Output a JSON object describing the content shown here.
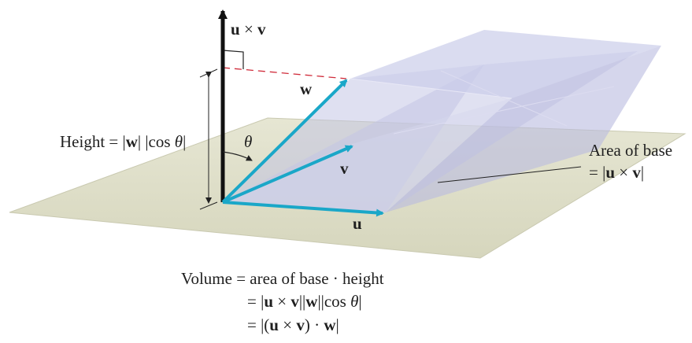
{
  "figure": {
    "labels": {
      "cross_product": [
        "u",
        " × ",
        "v"
      ],
      "w": "w",
      "v": "v",
      "u": "u",
      "theta": "θ"
    },
    "height_label": [
      "Height = |",
      "w",
      "| |cos ",
      "θ",
      "|"
    ],
    "area_label": {
      "line1": "Area of base",
      "line2": [
        "= |",
        "u",
        " × ",
        "v",
        "|"
      ]
    },
    "volume": {
      "line1": "Volume = area of base · height",
      "line2": [
        "= |",
        "u",
        " × ",
        "v",
        "||",
        "w",
        "||cos ",
        "θ",
        "|"
      ],
      "line3": [
        "= |(",
        "u",
        " × ",
        "v",
        ") · ",
        "w",
        "|"
      ]
    },
    "colors": {
      "base_plane": "#dedec8",
      "solid_fill": "#c7c8e6",
      "solid_fill_dark": "#b7b9de",
      "vector_arrow": "#1aa7c8",
      "normal_arrow": "#111111",
      "dashed_line": "#d02b3a"
    }
  }
}
